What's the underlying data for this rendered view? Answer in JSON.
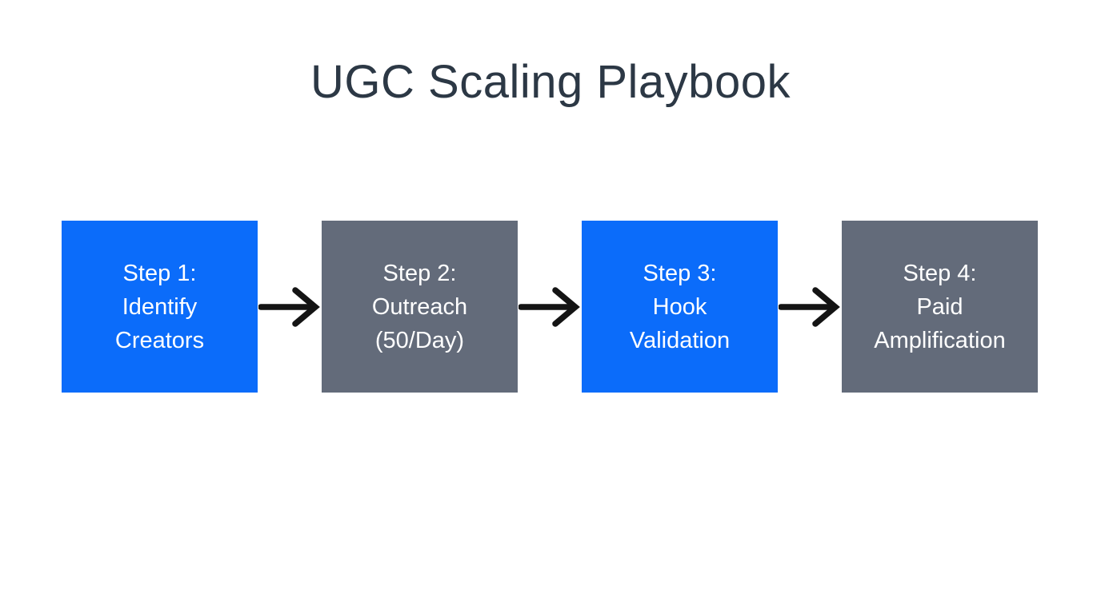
{
  "title": "UGC Scaling Playbook",
  "colors": {
    "background": "#ffffff",
    "title_text": "#2c3845",
    "box_blue": "#0b6cfa",
    "box_gray": "#636b7a",
    "box_text": "#ffffff",
    "arrow": "#141414"
  },
  "diagram": {
    "type": "flowchart",
    "direction": "left-to-right",
    "connector": "arrow-right",
    "steps": [
      {
        "color": "blue",
        "lines": [
          "Step 1:",
          "Identify",
          "Creators"
        ]
      },
      {
        "color": "gray",
        "lines": [
          "Step 2:",
          "Outreach",
          "(50/Day)"
        ]
      },
      {
        "color": "blue",
        "lines": [
          "Step 3:",
          "Hook",
          "Validation"
        ]
      },
      {
        "color": "gray",
        "lines": [
          "Step 4:",
          "Paid",
          "Amplification"
        ]
      }
    ]
  }
}
